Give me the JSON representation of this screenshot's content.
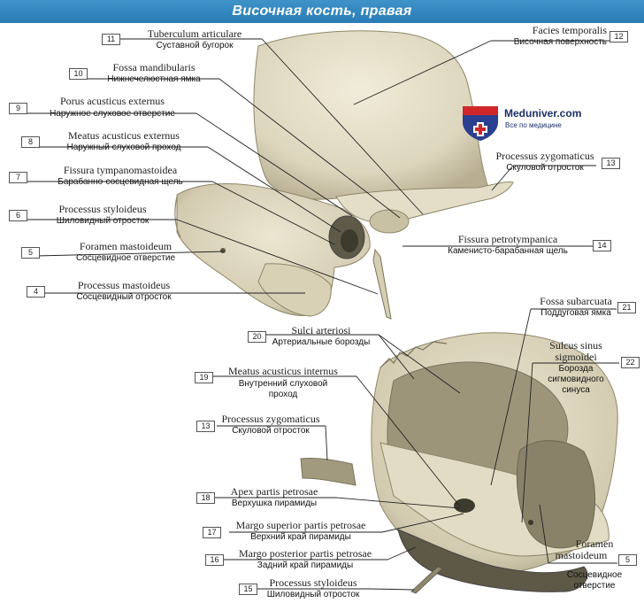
{
  "title": "Височная кость, правая",
  "logo": {
    "name": "Meduniver.com",
    "tagline": "Все по медицине"
  },
  "labels": {
    "l11": {
      "num": "11",
      "lat": "Tuberculum articulare",
      "rus": "Суставной бугорок"
    },
    "l10": {
      "num": "10",
      "lat": "Fossa mandibularis",
      "rus": "Нижнечелюстная ямка"
    },
    "l9": {
      "num": "9",
      "lat": "Porus acusticus externus",
      "rus": "Наружное слуховое отверстие"
    },
    "l8": {
      "num": "8",
      "lat": "Meatus acusticus externus",
      "rus": "Наружный слуховой проход"
    },
    "l7": {
      "num": "7",
      "lat": "Fissura tympanomastoidea",
      "rus": "Барабанно-сосцевидная щель"
    },
    "l6": {
      "num": "6",
      "lat": "Processus styloideus",
      "rus": "Шиловидный отросток"
    },
    "l5a": {
      "num": "5",
      "lat": "Foramen mastoideum",
      "rus": "Сосцевидное отверстие"
    },
    "l4": {
      "num": "4",
      "lat": "Processus mastoideus",
      "rus": "Сосцевидный отросток"
    },
    "l12": {
      "num": "12",
      "lat": "Facies temporalis",
      "rus": "Височная поверхность"
    },
    "l13a": {
      "num": "13",
      "lat": "Processus zygomaticus",
      "rus": "Скуловой отросток"
    },
    "l14": {
      "num": "14",
      "lat": "Fissura petrotympanica",
      "rus": "Каменисто-барабанная щель"
    },
    "l20": {
      "num": "20",
      "lat": "Sulci arteriosi",
      "rus": "Артериальные борозды"
    },
    "l21": {
      "num": "21",
      "lat": "Fossa subarcuata",
      "rus": "Поддуговая ямка"
    },
    "l22": {
      "num": "22",
      "lat1": "Sulcus sinus",
      "lat2": "sigmoidei",
      "rus1": "Борозда",
      "rus2": "сигмовидного",
      "rus3": "синуса"
    },
    "l19": {
      "num": "19",
      "lat": "Meatus acusticus internus",
      "rus1": "Внутренний слуховой",
      "rus2": "проход"
    },
    "l13b": {
      "num": "13",
      "lat": "Processus zygomaticus",
      "rus": "Скуловой отросток"
    },
    "l18": {
      "num": "18",
      "lat": "Apex partis petrosae",
      "rus": "Верхушка пирамиды"
    },
    "l17": {
      "num": "17",
      "lat": "Margo superior partis petrosae",
      "rus": "Верхний край пирамиды"
    },
    "l16": {
      "num": "16",
      "lat": "Margo posterior partis petrosae",
      "rus": "Задний край пирамиды"
    },
    "l15": {
      "num": "15",
      "lat": "Processus styloideus",
      "rus": "Шиловидный отросток"
    },
    "l5b": {
      "num": "5",
      "lat1": "Foramen",
      "lat2": "mastoideum",
      "rus1": "Сосцевидное",
      "rus2": "отверстие"
    }
  },
  "colors": {
    "bone": "#e8e3cf",
    "bone_shadow": "#b9b196",
    "cavity": "#6f6a56",
    "title_bar": "#2f85bf"
  }
}
